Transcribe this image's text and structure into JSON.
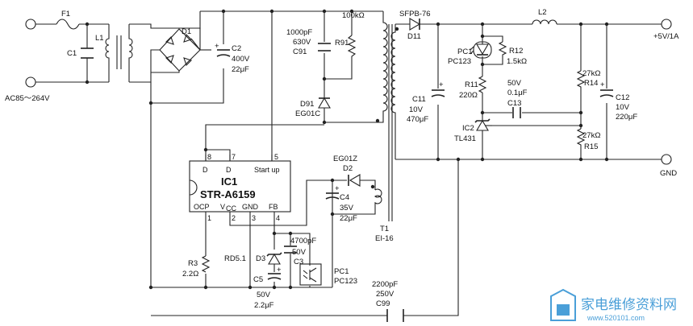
{
  "input": {
    "fuse": "F1",
    "cap": "C1",
    "choke": "L1",
    "bridge": "D1",
    "voltage": "AC85～264V"
  },
  "c2": {
    "name": "C2",
    "v": "400V",
    "c": "22μF"
  },
  "snubber": {
    "c_val": "1000pF",
    "c_v": "630V",
    "c_name": "C91",
    "r_name": "R91",
    "r_val": "100kΩ",
    "d_name": "D91",
    "d_type": "EG01C"
  },
  "ic1": {
    "name": "IC1",
    "part": "STR-A6159",
    "pin_nums_top": [
      "8",
      "7",
      "5"
    ],
    "pin_labels_top": [
      "D",
      "D",
      "Start up"
    ],
    "pin_labels_bottom": [
      "OCP",
      "V",
      "CC",
      "GND",
      "FB"
    ],
    "pin_nums_bottom": [
      "1",
      "2",
      "3",
      "4"
    ]
  },
  "aux": {
    "d_type": "EG01Z",
    "d_name": "D2",
    "c_name": "C4",
    "c_v": "35V",
    "c_c": "22μF"
  },
  "transformer": {
    "name": "T1",
    "core": "EI-16"
  },
  "out": {
    "d_type": "SFPB-76",
    "d_name": "D11",
    "c11_name": "C11",
    "c11_v": "10V",
    "c11_c": "470μF",
    "l2": "L2",
    "vout": "+5V/1A",
    "gnd": "GND",
    "c12_name": "C12",
    "c12_v": "10V",
    "c12_c": "220μF"
  },
  "fb": {
    "pc1_name": "PC1",
    "pc1_type": "PC123",
    "r12_name": "R12",
    "r12_val": "1.5kΩ",
    "r11_name": "R11",
    "r11_val": "220Ω",
    "c13_v": "50V",
    "c13_c": "0.1μF",
    "c13_name": "C13",
    "r14_val": "27kΩ",
    "r14_name": "R14",
    "r15_val": "27kΩ",
    "r15_name": "R15",
    "ic2_name": "IC2",
    "ic2_type": "TL431"
  },
  "lower": {
    "r3_name": "R3",
    "r3_val": "2.2Ω",
    "rd": "RD5.1",
    "d3": "D3",
    "c5_name": "C5",
    "c5_v": "50V",
    "c5_c": "2.2μF",
    "c3_c": "4700pF",
    "c3_v": "50V",
    "c3_name": "C3",
    "pc1b_name": "PC1",
    "pc1b_type": "PC123",
    "c99_c": "2200pF",
    "c99_v": "250V",
    "c99_name": "C99"
  },
  "watermark": {
    "title": "家电维修资料网",
    "url": "www.520101.com"
  },
  "colors": {
    "wire": "#222222",
    "watermark": "#4a9fd8"
  }
}
